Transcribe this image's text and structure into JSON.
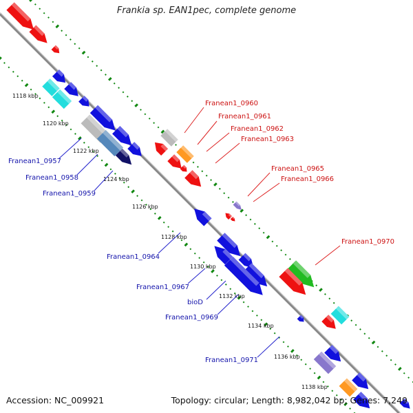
{
  "title": "Frankia sp. EAN1pec, complete genome",
  "footer": {
    "accession": "Accession: NC_009921",
    "summary": "Topology: circular; Length: 8,982,042 bp; Genes: 7,249"
  },
  "colors": {
    "red": "#ee1111",
    "blue": "#1111dd",
    "cyan": "#22dddd",
    "orange": "#ff9922",
    "green": "#22bb22",
    "gray": "#bbbbbb",
    "steel": "#5588bb",
    "navy": "#111166",
    "purple": "#8877cc",
    "backbone": "#888888",
    "dots": "#118811"
  },
  "kbp_ticks": [
    "1118 kbp",
    "1120 kbp",
    "1122 kbp",
    "1124 kbp",
    "1126 kbp",
    "1128 kbp",
    "1130 kbp",
    "1132 kbp",
    "1134 kbp",
    "1136 kbp",
    "1138 kbp"
  ],
  "gene_labels_top": [
    "Franean1_0960",
    "Franean1_0961",
    "Franean1_0962",
    "Franean1_0963",
    "Franean1_0965",
    "Franean1_0966",
    "Franean1_0970"
  ],
  "gene_labels_bottom": [
    "Franean1_0957",
    "Franean1_0958",
    "Franean1_0959",
    "Franean1_0964",
    "Franean1_0967",
    "bioD",
    "Franean1_0969",
    "Franean1_0971"
  ]
}
